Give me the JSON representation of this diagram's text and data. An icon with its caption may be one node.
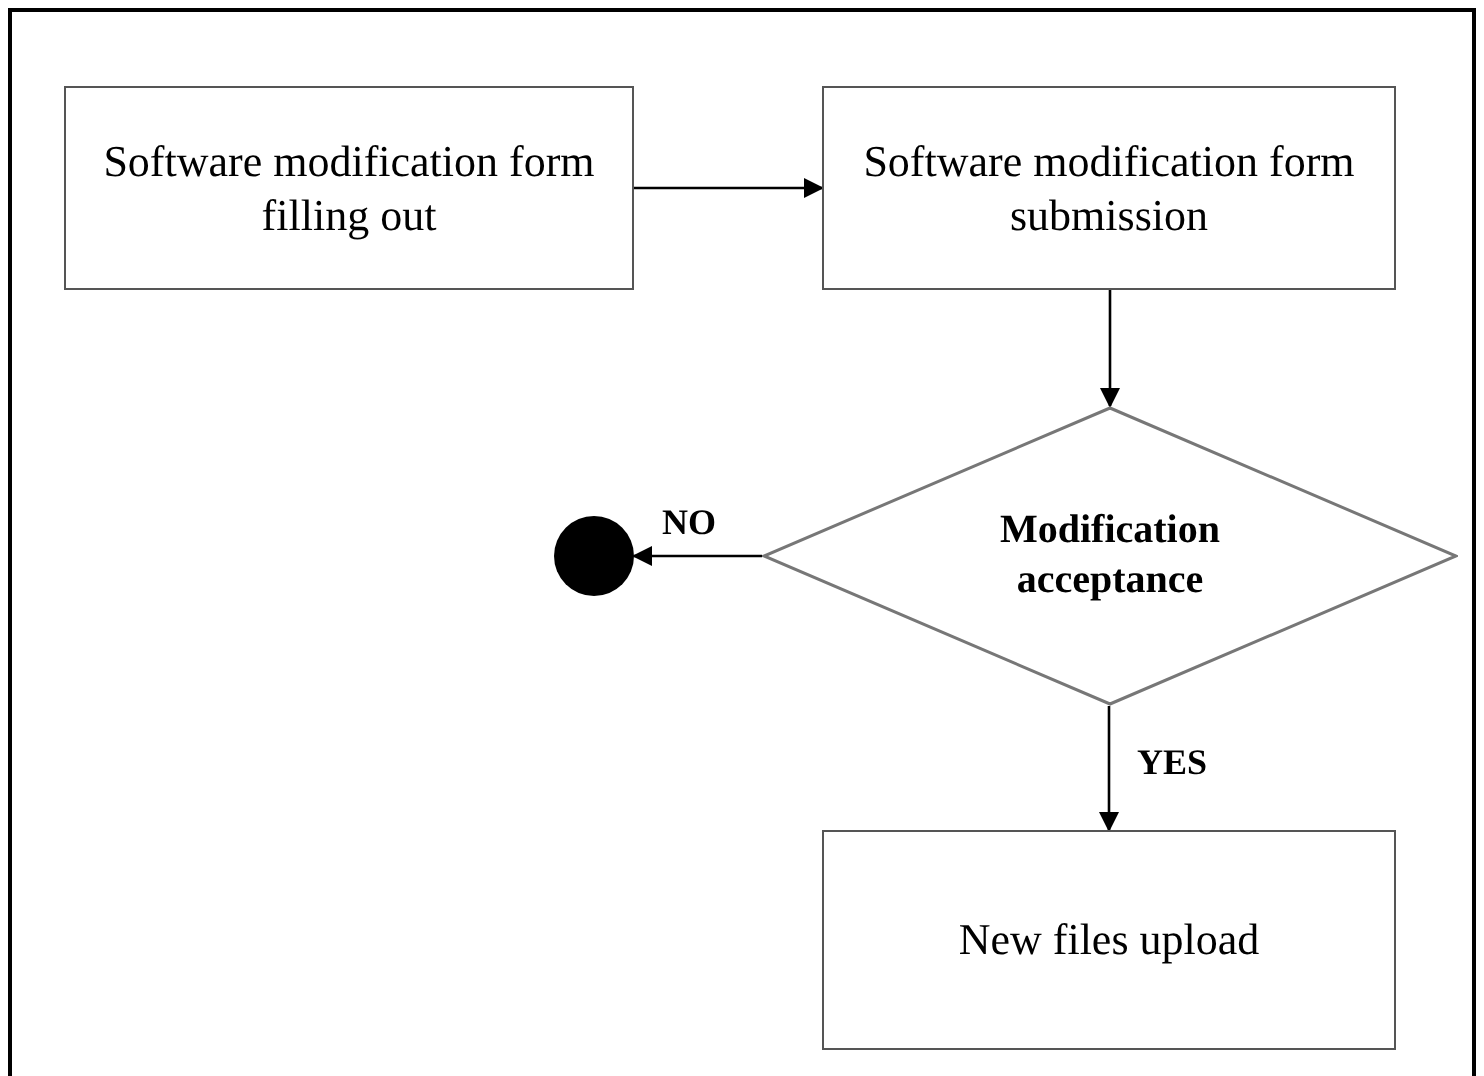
{
  "diagram": {
    "nodes": [
      {
        "text": [
          "Software modification form filling out"
        ]
      },
      {
        "text": [
          "Software modification form submission"
        ]
      },
      {
        "text": [
          "Modification acceptance"
        ]
      },
      {
        "text": [],
        "shape": "circle"
      },
      {
        "text": [
          "New files upload"
        ]
      }
    ],
    "edges": [
      {
        "from": 0,
        "to": 1,
        "arrow": "to"
      },
      {
        "from": 1,
        "to": 2,
        "arrow": "to"
      },
      {
        "from": 2,
        "to": 3,
        "arrow": "to",
        "label": "NO"
      },
      {
        "from": 2,
        "to": 4,
        "arrow": "to",
        "label": "YES"
      }
    ]
  }
}
